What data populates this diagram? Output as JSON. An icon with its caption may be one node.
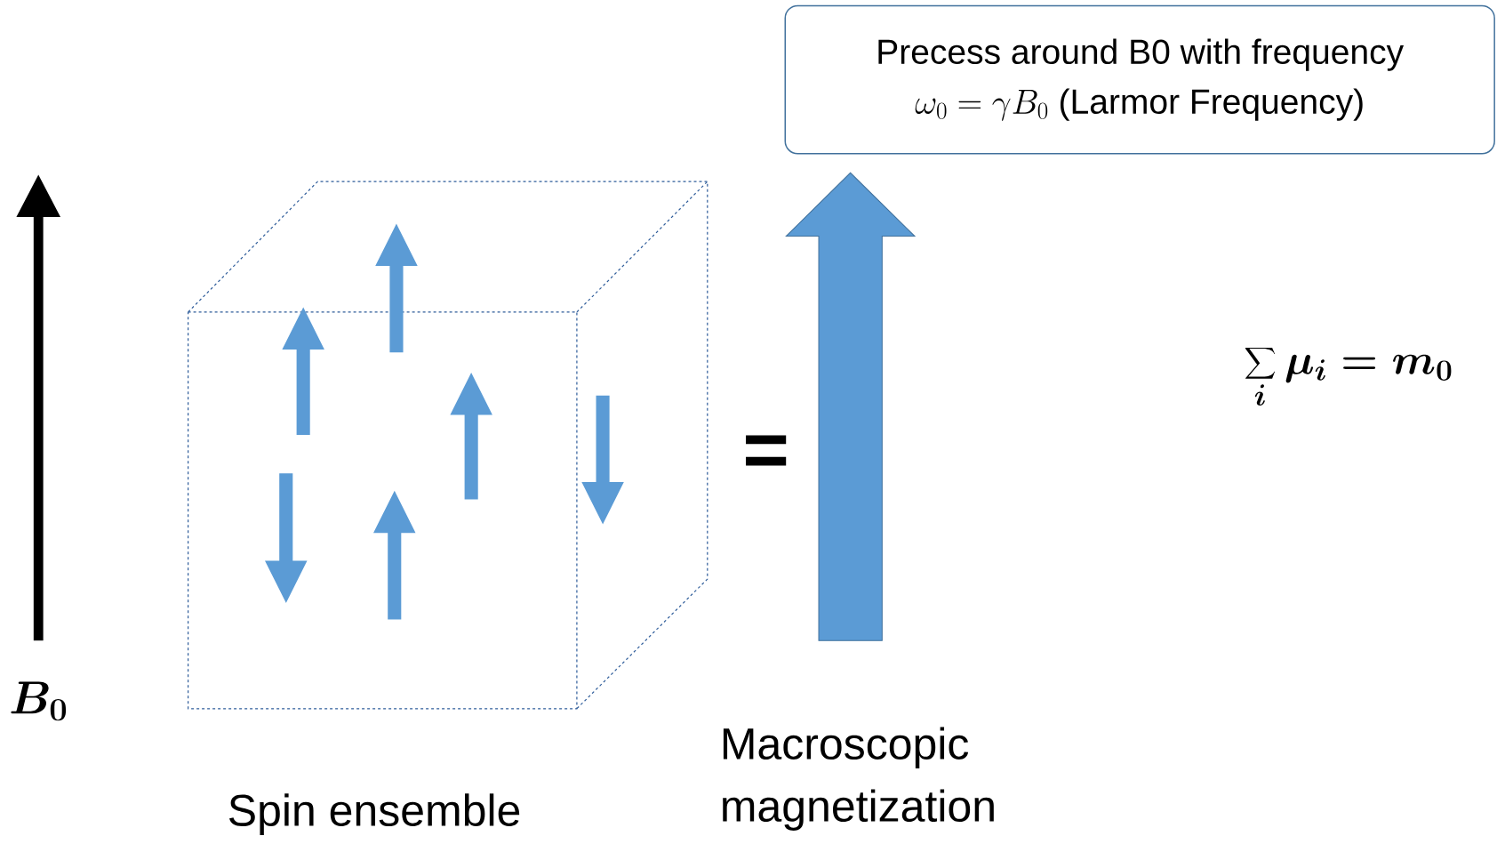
{
  "diagram": {
    "nodes": [
      {
        "text": [
          "Precess around B0 with frequency",
          "\\omega_0 = \\gamma B_0",
          "(Larmor Frequency)"
        ]
      }
    ],
    "labels": [
      "B_0",
      "Spin ensemble",
      "=",
      "Macroscopic magnetization",
      "\\sum_i \\mu_i = m_0"
    ]
  }
}
